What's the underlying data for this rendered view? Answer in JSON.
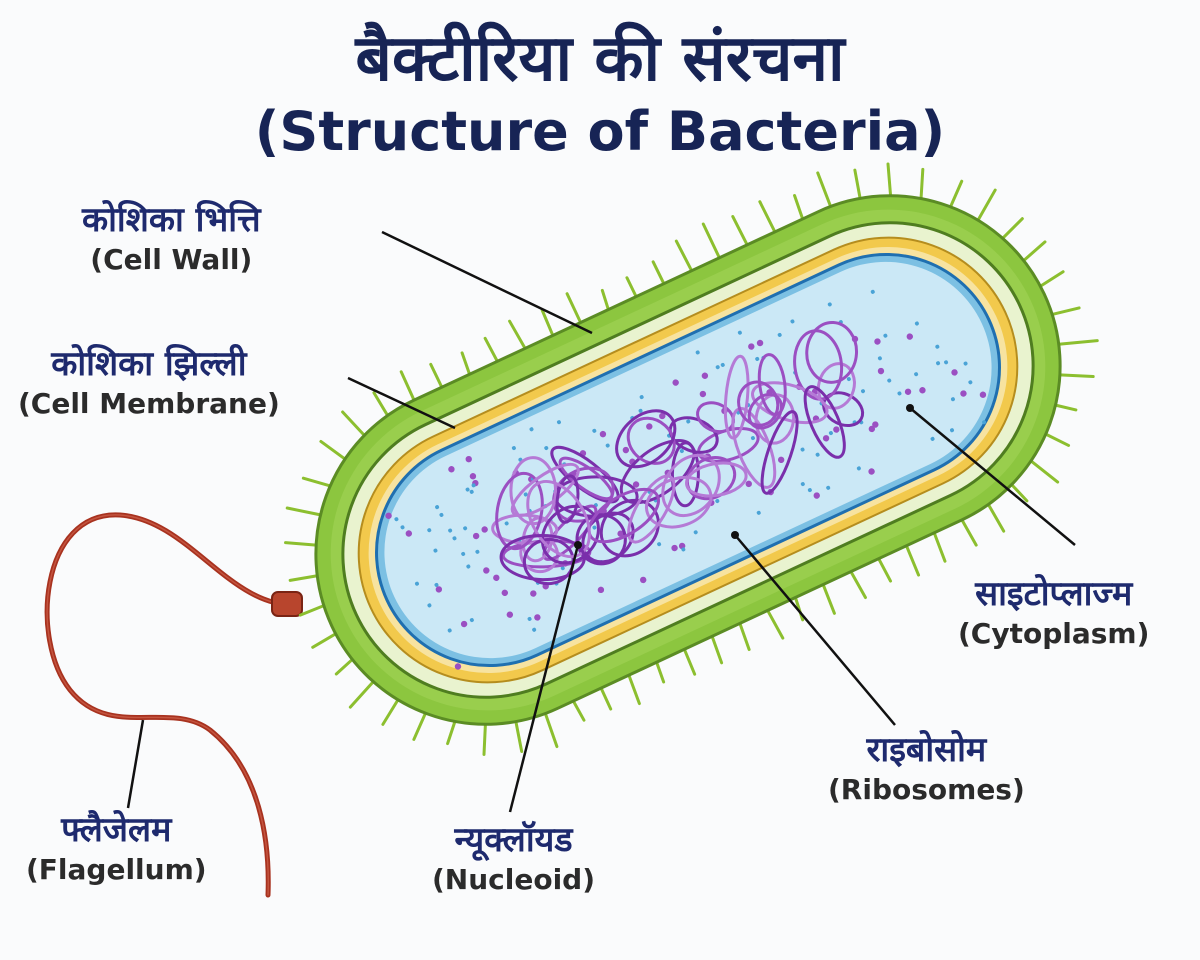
{
  "title": {
    "hindi": "बैक्टीरिया की संरचना",
    "english": "(Structure of Bacteria)"
  },
  "labels": {
    "cell_wall": {
      "hindi": "कोशिका भित्ति",
      "english": "(Cell Wall)"
    },
    "cell_membrane": {
      "hindi": "कोशिका झिल्ली",
      "english": "(Cell Membrane)"
    },
    "flagellum": {
      "hindi": "फ्लैजेलम",
      "english": "(Flagellum)"
    },
    "nucleoid": {
      "hindi": "न्यूक्लॉयड",
      "english": "(Nucleoid)"
    },
    "ribosomes": {
      "hindi": "राइबोसोम",
      "english": "(Ribosomes)"
    },
    "cytoplasm": {
      "hindi": "साइटोप्लाज्म",
      "english": "(Cytoplasm)"
    }
  },
  "colors": {
    "capsule": "#8cc63f",
    "cell_wall": "#e8f2c8",
    "membrane": "#f2c94c",
    "cytoplasm": "#c9e6f5",
    "nucleoid": "#8e3fbf",
    "ribosome": "#9b4fc2",
    "flagellum": "#a8321f",
    "title": "#172455"
  }
}
